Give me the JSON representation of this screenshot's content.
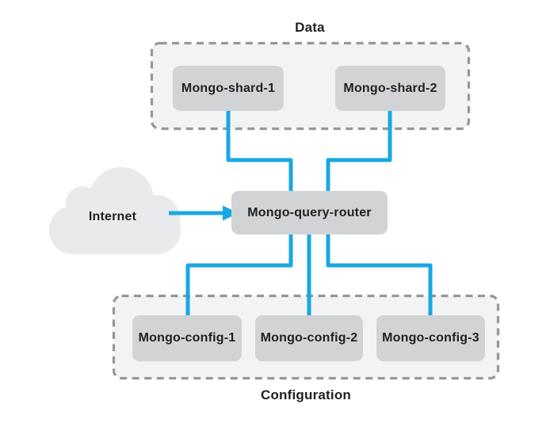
{
  "groups": {
    "data": {
      "label": "Data",
      "nodes": [
        "Mongo-shard-1",
        "Mongo-shard-2"
      ]
    },
    "configuration": {
      "label": "Configuration",
      "nodes": [
        "Mongo-config-1",
        "Mongo-config-2",
        "Mongo-config-3"
      ]
    }
  },
  "nodes": {
    "shard1": {
      "label": "Mongo-shard-1"
    },
    "shard2": {
      "label": "Mongo-shard-2"
    },
    "router": {
      "label": "Mongo-query-router"
    },
    "config1": {
      "label": "Mongo-config-1"
    },
    "config2": {
      "label": "Mongo-config-2"
    },
    "config3": {
      "label": "Mongo-config-3"
    },
    "internet": {
      "label": "Internet"
    }
  },
  "connections": [
    {
      "from": "Internet",
      "to": "Mongo-query-router",
      "style": "arrow"
    },
    {
      "from": "Mongo-shard-1",
      "to": "Mongo-query-router",
      "style": "line"
    },
    {
      "from": "Mongo-shard-2",
      "to": "Mongo-query-router",
      "style": "line"
    },
    {
      "from": "Mongo-query-router",
      "to": "Mongo-config-1",
      "style": "line"
    },
    {
      "from": "Mongo-query-router",
      "to": "Mongo-config-2",
      "style": "line"
    },
    {
      "from": "Mongo-query-router",
      "to": "Mongo-config-3",
      "style": "line"
    }
  ],
  "colors": {
    "connector_blue": "#1aa7e3",
    "node_fill": "#d2d3d5",
    "group_fill": "#f2f3f3",
    "group_border": "#95979a",
    "cloud_fill": "#e9eaeb",
    "text": "#231f20",
    "background": "#ffffff"
  }
}
